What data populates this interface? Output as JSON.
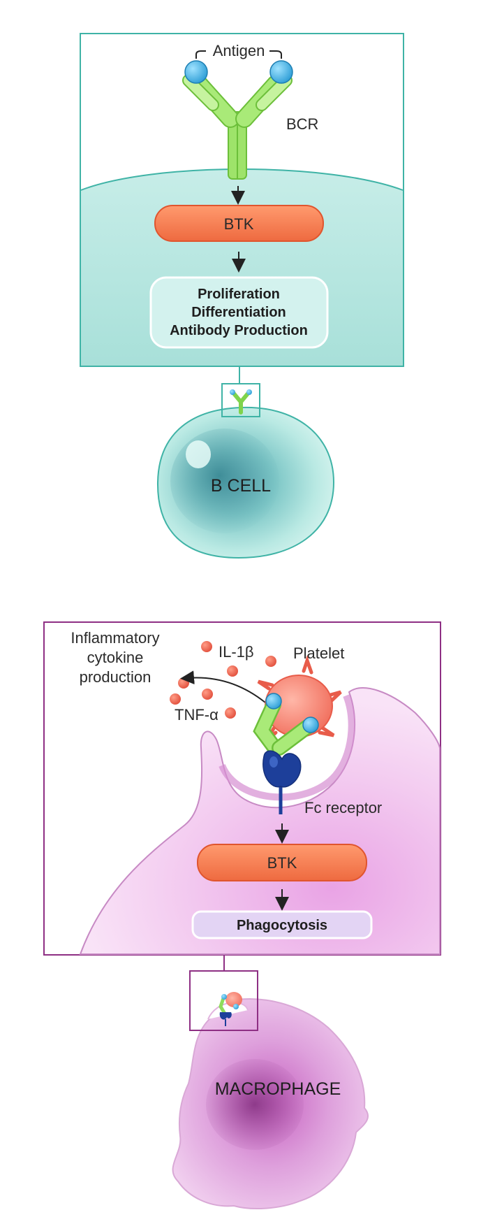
{
  "bcell_panel": {
    "antigen_label": "Antigen",
    "bcr_label": "BCR",
    "btk_label": "BTK",
    "outcomes": [
      "Proliferation",
      "Differentiation",
      "Antibody Production"
    ],
    "cell_label": "B CELL"
  },
  "macrophage_panel": {
    "cytokine_label": [
      "Inflammatory",
      "cytokine",
      "production"
    ],
    "il1b_label": "IL-1β",
    "tnf_label": "TNF-α",
    "platelet_label": "Platelet",
    "fc_receptor_label": "Fc receptor",
    "btk_label": "BTK",
    "outcome_label": "Phagocytosis",
    "cell_label": "MACROPHAGE"
  },
  "colors": {
    "bcell_frame": "#3fb3a6",
    "bcell_fill": "#b9e8e2",
    "macrophage_frame": "#8e2f84",
    "macrophage_fill": "#f1c5ee",
    "btk": "#f47a50",
    "antibody": "#8fdc5a",
    "antigen": "#3ab0e0",
    "platelet": "#f26c5c",
    "fc_receptor": "#1d3f9a",
    "phagocytosis": "#e3d4f4"
  }
}
